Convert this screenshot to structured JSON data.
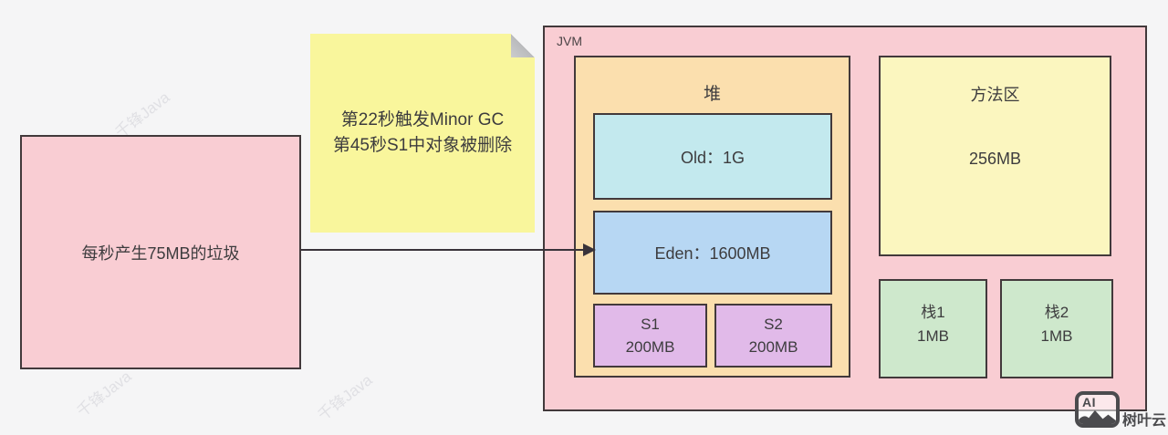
{
  "colors": {
    "background": "#f5f5f6",
    "pink": "#f9cdd3",
    "note_yellow": "#f9f69c",
    "heap_orange": "#fbdfae",
    "old_cyan": "#c3e9ee",
    "eden_blue": "#b7d7f3",
    "survivor_purple": "#e1bae9",
    "stack_green": "#cee8cc",
    "method_yellow": "#fbf6bf",
    "border_dark": "#42393b",
    "text_dark": "#3d3c3e",
    "logo_gray": "#4b4b4e"
  },
  "source_box": {
    "label": "每秒产生75MB的垃圾"
  },
  "note": {
    "line1": "第22秒触发Minor GC",
    "line2": "第45秒S1中对象被删除"
  },
  "jvm": {
    "label": "JVM",
    "heap": {
      "label": "堆",
      "old_label": "Old：1G",
      "eden_label": "Eden：1600MB",
      "s1_line1": "S1",
      "s1_line2": "200MB",
      "s2_line1": "S2",
      "s2_line2": "200MB"
    },
    "method_area": {
      "label": "方法区",
      "value": "256MB"
    },
    "stack1": {
      "line1": "栈1",
      "line2": "1MB"
    },
    "stack2": {
      "line1": "栈2",
      "line2": "1MB"
    }
  },
  "watermark": {
    "text": "千锋Java"
  },
  "logo": {
    "icon_text": "AI",
    "brand": "树叶云"
  }
}
